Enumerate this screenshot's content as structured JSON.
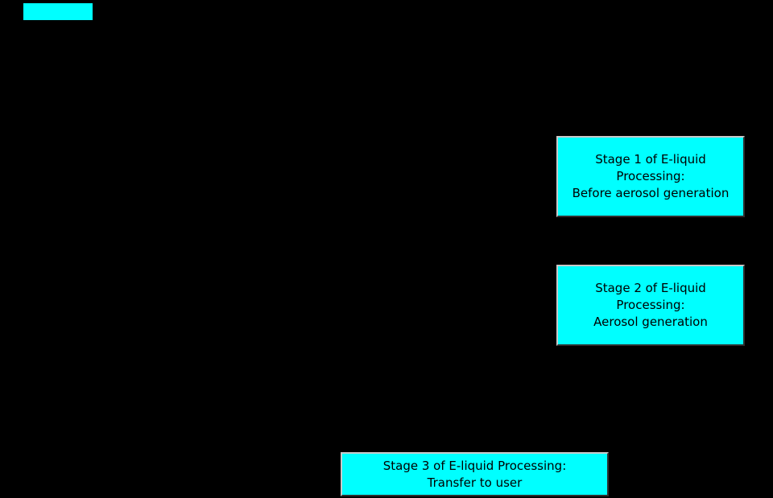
{
  "figure": {
    "background_color": "#000000",
    "box_fill_color": "#00FFFF",
    "box_text_color": "#000000",
    "box_border_light": "#c9c9c9",
    "box_border_dark": "#2e2e2e"
  },
  "boxes": [
    {
      "name": "stage-1",
      "lines": [
        "Stage 1 of E-liquid",
        "Processing:",
        "Before aerosol generation"
      ]
    },
    {
      "name": "stage-2",
      "lines": [
        "Stage 2 of E-liquid",
        "Processing:",
        "Aerosol generation"
      ]
    },
    {
      "name": "stage-3",
      "lines": [
        "Stage 3 of E-liquid Processing:",
        "Transfer to user"
      ]
    }
  ]
}
